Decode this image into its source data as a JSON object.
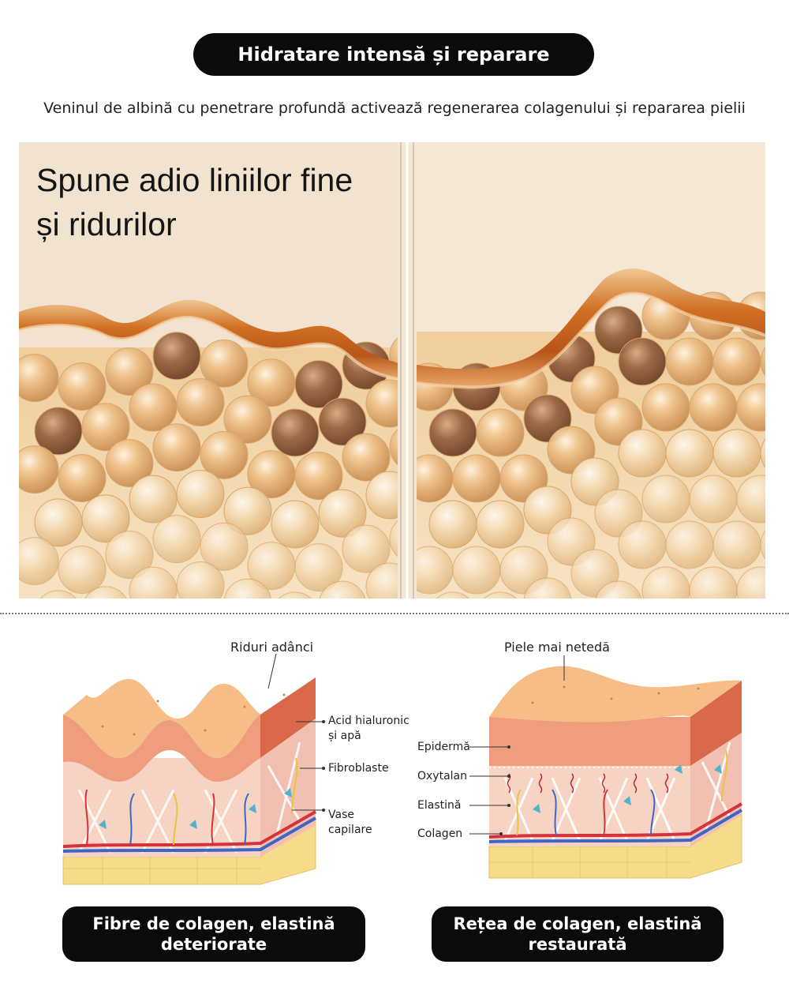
{
  "header": {
    "title": "Hidratare intensă și reparare",
    "subtitle": "Veninul de albină cu penetrare profundă activează regenerarea colagenului și repararea pielii"
  },
  "hero": {
    "heading_line1": "Spune adio liniilor fine",
    "heading_line2": "și ridurilor"
  },
  "diagram_left": {
    "top_label": "Riduri adânci",
    "label_acid_line1": "Acid hialuronic",
    "label_acid_line2": "și apă",
    "label_fibro": "Fibroblaste",
    "label_vase_line1": "Vase",
    "label_vase_line2": "capilare",
    "caption_line1": "Fibre de colagen, elastină",
    "caption_line2": "deteriorate"
  },
  "diagram_right": {
    "top_label": "Piele mai netedă",
    "label_epiderma": "Epidermă",
    "label_oxytalan": "Oxytalan",
    "label_elastina": "Elastină",
    "label_colagen": "Colagen",
    "caption_line1": "Rețea de colagen, elastină",
    "caption_line2": "restaurată"
  },
  "colors": {
    "pill_bg": "#0b0b0b",
    "hero_bg": "#f3e6d3",
    "sphere_light": "#e8b77a",
    "sphere_dark": "#8a5a3c",
    "skin_band": "#c9651f",
    "epidermis": "#f2a783",
    "dermis": "#f5cfc0",
    "fat": "#f6dc8a"
  },
  "icons": [
    "skin-layer-illustration",
    "collagen-sphere",
    "blood-vessel",
    "fibroblast-cell"
  ]
}
